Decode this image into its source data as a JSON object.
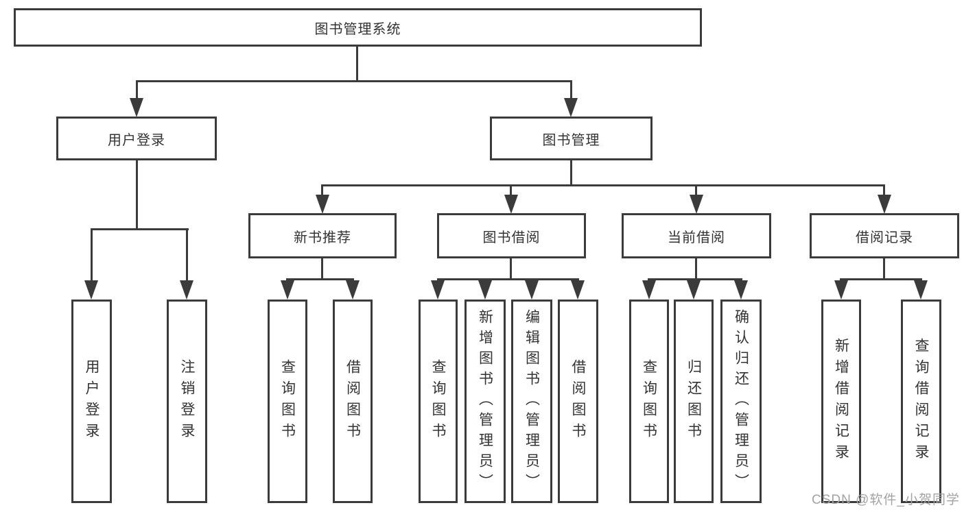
{
  "diagram": {
    "root": {
      "label": "图书管理系统"
    },
    "user_login": {
      "label": "用户登录",
      "children": {
        "login": {
          "label": "用户登录"
        },
        "logout": {
          "label": "注销登录"
        }
      }
    },
    "book_management": {
      "label": "图书管理",
      "children": {
        "new_book_recommend": {
          "label": "新书推荐",
          "children": {
            "query_books": {
              "label": "查询图书"
            },
            "borrow_books": {
              "label": "借阅图书"
            }
          }
        },
        "book_borrowing": {
          "label": "图书借阅",
          "children": {
            "query_books": {
              "label": "查询图书"
            },
            "add_books_admin": {
              "label": "新增图书（管理员）"
            },
            "edit_books_admin": {
              "label": "编辑图书（管理员）"
            },
            "borrow_books": {
              "label": "借阅图书"
            }
          }
        },
        "current_borrowing": {
          "label": "当前借阅",
          "children": {
            "query_books": {
              "label": "查询图书"
            },
            "return_books": {
              "label": "归还图书"
            },
            "confirm_return_admin": {
              "label": "确认归还（管理员）"
            }
          }
        },
        "borrowing_records": {
          "label": "借阅记录",
          "children": {
            "add_borrow_record": {
              "label": "新增借阅记录"
            },
            "query_borrow_record": {
              "label": "查询借阅记录"
            }
          }
        }
      }
    }
  },
  "watermark": {
    "text": "CSDN @软件_小贺同学"
  },
  "colors": {
    "line": "#3b3b3b",
    "text": "#333333",
    "background": "#ffffff",
    "watermark": "#a3a3a3"
  }
}
